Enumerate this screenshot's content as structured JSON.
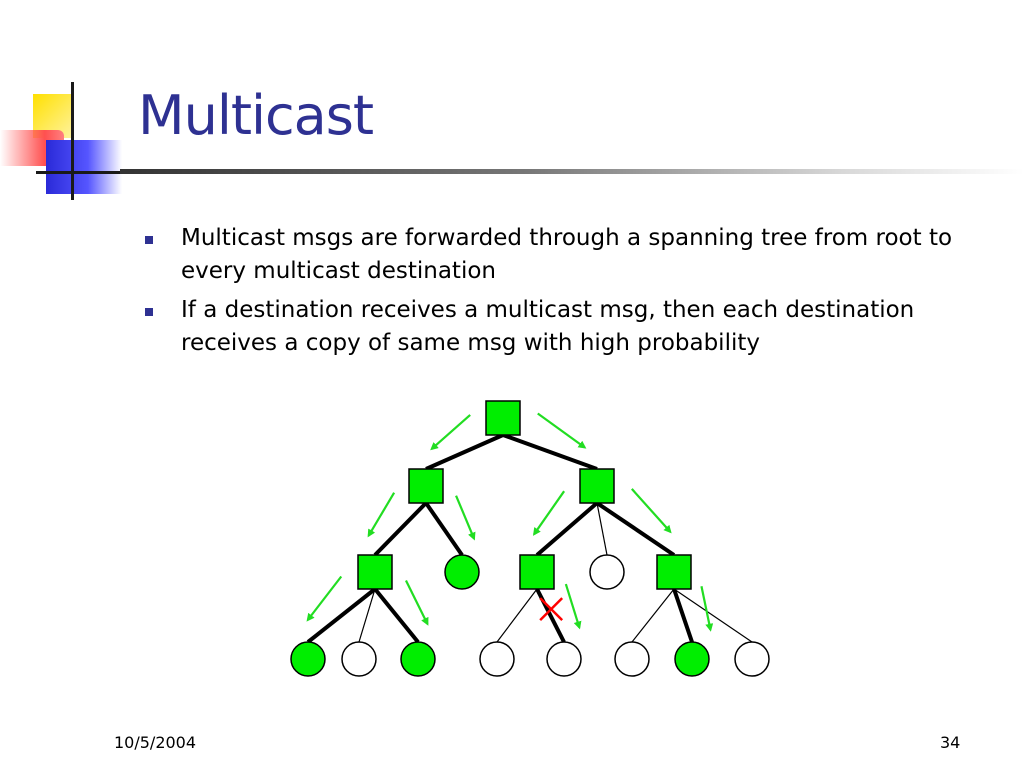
{
  "slide": {
    "title": "Multicast",
    "bullets": [
      "Multicast msgs are forwarded through a spanning tree from root to every multicast destination",
      "If a destination receives a multicast msg,  then each destination receives a copy of same msg with high probability"
    ],
    "footer": {
      "date": "10/5/2004",
      "page": "34"
    }
  },
  "colors": {
    "title": "#2e3192",
    "node_green": "#00ee00",
    "arrow_green": "#22dd22",
    "failure_x": "#ff0000"
  },
  "diagram": {
    "nodes": [
      {
        "id": "root",
        "shape": "square",
        "received": true
      },
      {
        "id": "n1",
        "shape": "square",
        "received": true
      },
      {
        "id": "n2",
        "shape": "square",
        "received": true
      },
      {
        "id": "n11",
        "shape": "square",
        "received": true
      },
      {
        "id": "n12",
        "shape": "circle",
        "received": true
      },
      {
        "id": "n21",
        "shape": "square",
        "received": true
      },
      {
        "id": "n22",
        "shape": "circle",
        "received": false
      },
      {
        "id": "n23",
        "shape": "square",
        "received": true
      },
      {
        "id": "l1",
        "shape": "circle",
        "received": true
      },
      {
        "id": "l2",
        "shape": "circle",
        "received": false
      },
      {
        "id": "l3",
        "shape": "circle",
        "received": true
      },
      {
        "id": "l4",
        "shape": "circle",
        "received": false
      },
      {
        "id": "l5",
        "shape": "circle",
        "received": false
      },
      {
        "id": "l6",
        "shape": "circle",
        "received": false
      },
      {
        "id": "l7",
        "shape": "circle",
        "received": true
      },
      {
        "id": "l8",
        "shape": "circle",
        "received": false
      }
    ],
    "edges": [
      {
        "from": "root",
        "to": "n1",
        "tree": true
      },
      {
        "from": "root",
        "to": "n2",
        "tree": true
      },
      {
        "from": "n1",
        "to": "n11",
        "tree": true
      },
      {
        "from": "n1",
        "to": "n12",
        "tree": true
      },
      {
        "from": "n2",
        "to": "n21",
        "tree": true
      },
      {
        "from": "n2",
        "to": "n22",
        "tree": false
      },
      {
        "from": "n2",
        "to": "n23",
        "tree": true
      },
      {
        "from": "n11",
        "to": "l1",
        "tree": true
      },
      {
        "from": "n11",
        "to": "l2",
        "tree": false
      },
      {
        "from": "n11",
        "to": "l3",
        "tree": true
      },
      {
        "from": "n21",
        "to": "l4",
        "tree": false
      },
      {
        "from": "n21",
        "to": "l5",
        "tree": true
      },
      {
        "from": "n23",
        "to": "l6",
        "tree": false
      },
      {
        "from": "n23",
        "to": "l7",
        "tree": true
      },
      {
        "from": "n23",
        "to": "l8",
        "tree": false
      }
    ],
    "failed_edge": {
      "from": "n21",
      "to": "l5"
    }
  }
}
